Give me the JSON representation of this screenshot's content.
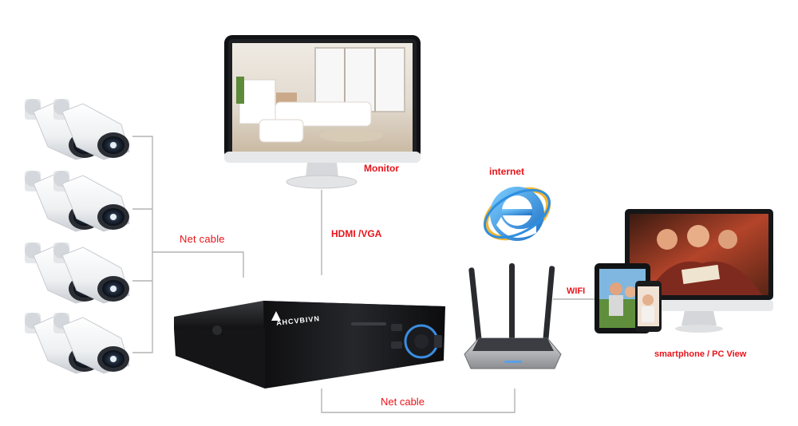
{
  "labels": {
    "monitor": "Monitor",
    "internet": "internet",
    "hdmi_vga": "HDMI /VGA",
    "net_cable_left": "Net cable",
    "wifi": "WIFI",
    "smartphone_pc": "smartphone / PC View",
    "net_cable_bottom": "Net cable"
  },
  "nvr_brand": "AHCVBIVN",
  "colors": {
    "label_red": "#e8141b",
    "connector_line": "#b4b4b4",
    "nvr_body": "#1c1c1e",
    "nvr_accent": "#3a8dde",
    "ie_blue": "#2f8fdf"
  }
}
